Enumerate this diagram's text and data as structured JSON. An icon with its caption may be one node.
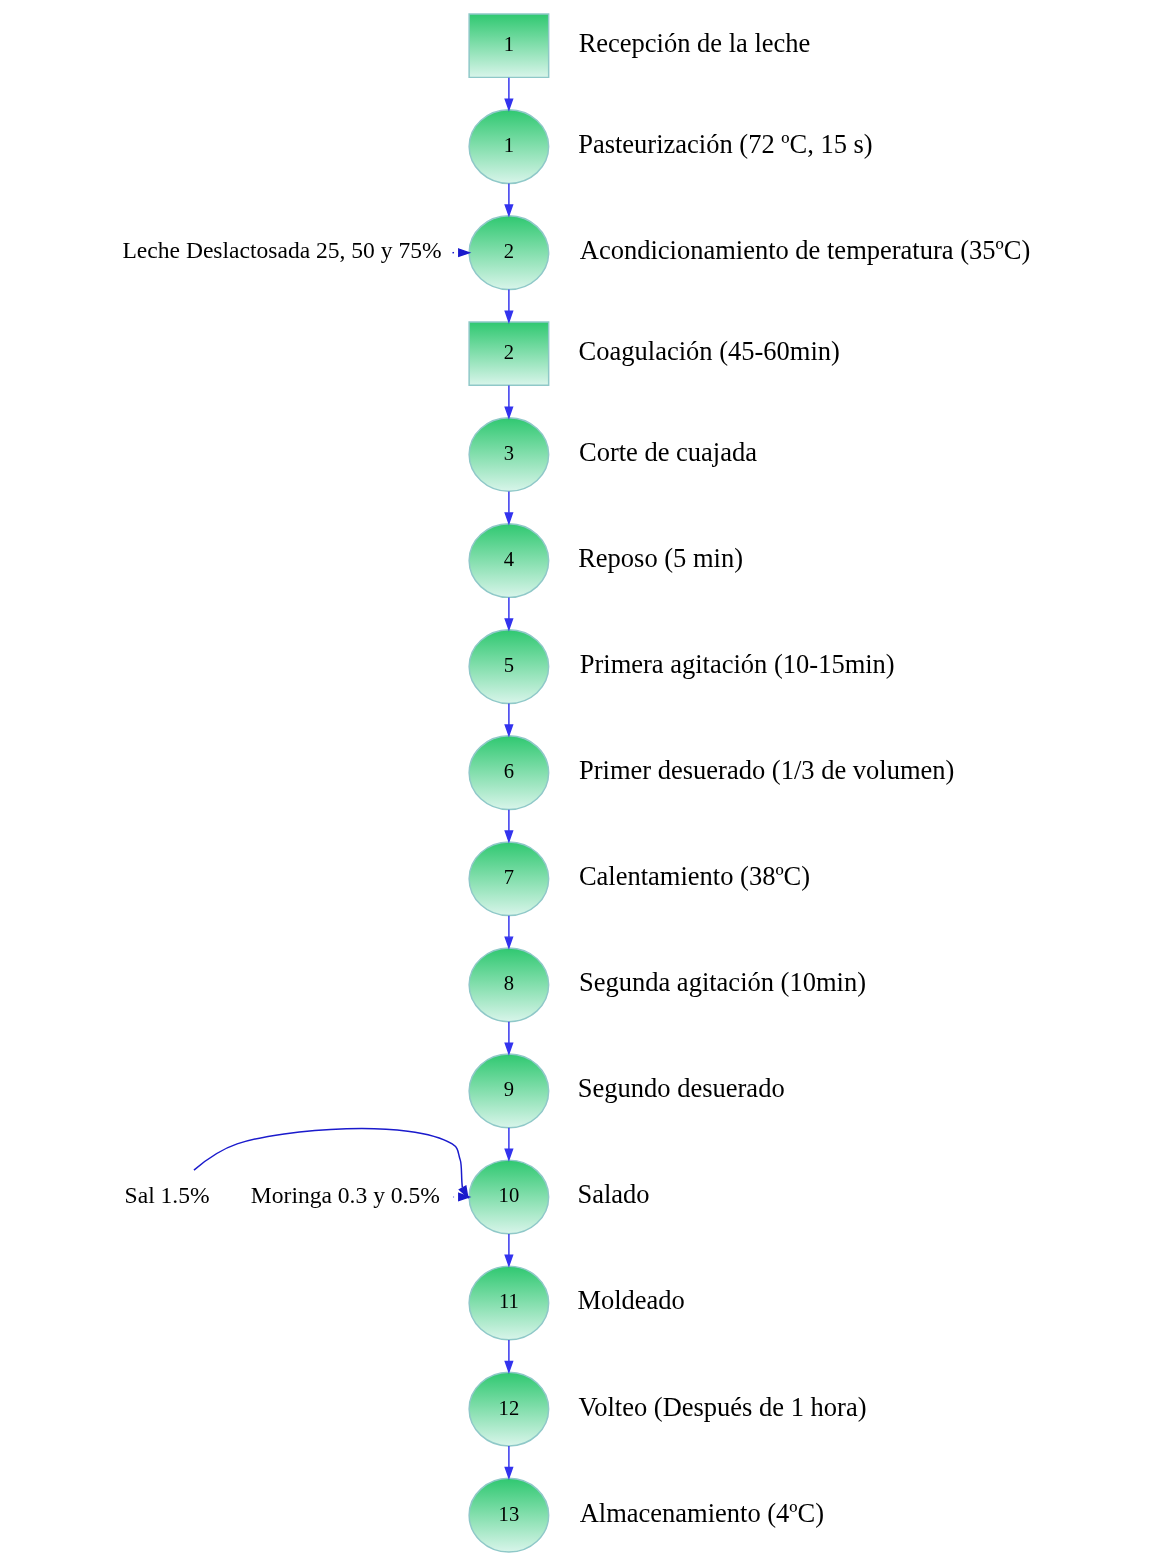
{
  "diagram": {
    "nodes": [
      {
        "text": [
          "1"
        ],
        "beside": [
          "Recepción de la leche"
        ]
      },
      {
        "text": [
          "1"
        ],
        "beside": [
          "Pasteurización (72 ºC, 15 s)"
        ]
      },
      {
        "text": [
          "2"
        ],
        "beside": [
          "Acondicionamiento de temperatura (35ºC)"
        ]
      },
      {
        "text": [
          "2"
        ],
        "beside": [
          "Coagulación (45-60min)"
        ]
      },
      {
        "text": [
          "3"
        ],
        "beside": [
          "Corte de cuajada"
        ]
      },
      {
        "text": [
          "4"
        ],
        "beside": [
          "Reposo (5 min)"
        ]
      },
      {
        "text": [
          "5"
        ],
        "beside": [
          "Primera agitación (10-15min)"
        ]
      },
      {
        "text": [
          "6"
        ],
        "beside": [
          "Primer desuerado (1/3 de volumen)"
        ]
      },
      {
        "text": [
          "7"
        ],
        "beside": [
          "Calentamiento (38ºC)"
        ]
      },
      {
        "text": [
          "8"
        ],
        "beside": [
          "Segunda agitación (10min)"
        ]
      },
      {
        "text": [
          "9"
        ],
        "beside": [
          "Segundo desuerado"
        ]
      },
      {
        "text": [
          "10"
        ],
        "beside": [
          "Salado"
        ]
      },
      {
        "text": [
          "11"
        ],
        "beside": [
          "Moldeado"
        ]
      },
      {
        "text": [
          "12"
        ],
        "beside": [
          "Volteo (Después de 1 hora)"
        ]
      },
      {
        "text": [
          "13"
        ],
        "beside": [
          "Almacenamiento (4ºC)"
        ]
      },
      {
        "text": [
          "Leche Deslactosada 25, 50 y 75%"
        ]
      },
      {
        "text": [
          "Sal 1.5%"
        ]
      },
      {
        "text": [
          "Moringa 0.3 y 0.5%"
        ]
      }
    ],
    "edges": [
      {
        "from": 0,
        "to": 1,
        "arrow": "to"
      },
      {
        "from": 1,
        "to": 2,
        "arrow": "to"
      },
      {
        "from": 2,
        "to": 3,
        "arrow": "to"
      },
      {
        "from": 3,
        "to": 4,
        "arrow": "to"
      },
      {
        "from": 4,
        "to": 5,
        "arrow": "to"
      },
      {
        "from": 5,
        "to": 6,
        "arrow": "to"
      },
      {
        "from": 6,
        "to": 7,
        "arrow": "to"
      },
      {
        "from": 7,
        "to": 8,
        "arrow": "to"
      },
      {
        "from": 8,
        "to": 9,
        "arrow": "to"
      },
      {
        "from": 9,
        "to": 10,
        "arrow": "to"
      },
      {
        "from": 10,
        "to": 11,
        "arrow": "to"
      },
      {
        "from": 11,
        "to": 12,
        "arrow": "to"
      },
      {
        "from": 12,
        "to": 13,
        "arrow": "to"
      },
      {
        "from": 13,
        "to": 14,
        "arrow": "to"
      },
      {
        "from": 15,
        "to": 2,
        "arrow": "to",
        "color": "#1a1acc"
      },
      {
        "from": 16,
        "to": 11,
        "arrow": "to",
        "color": "#1a1acc"
      },
      {
        "from": 17,
        "to": 11,
        "arrow": "to",
        "color": "#1a1acc"
      }
    ]
  }
}
